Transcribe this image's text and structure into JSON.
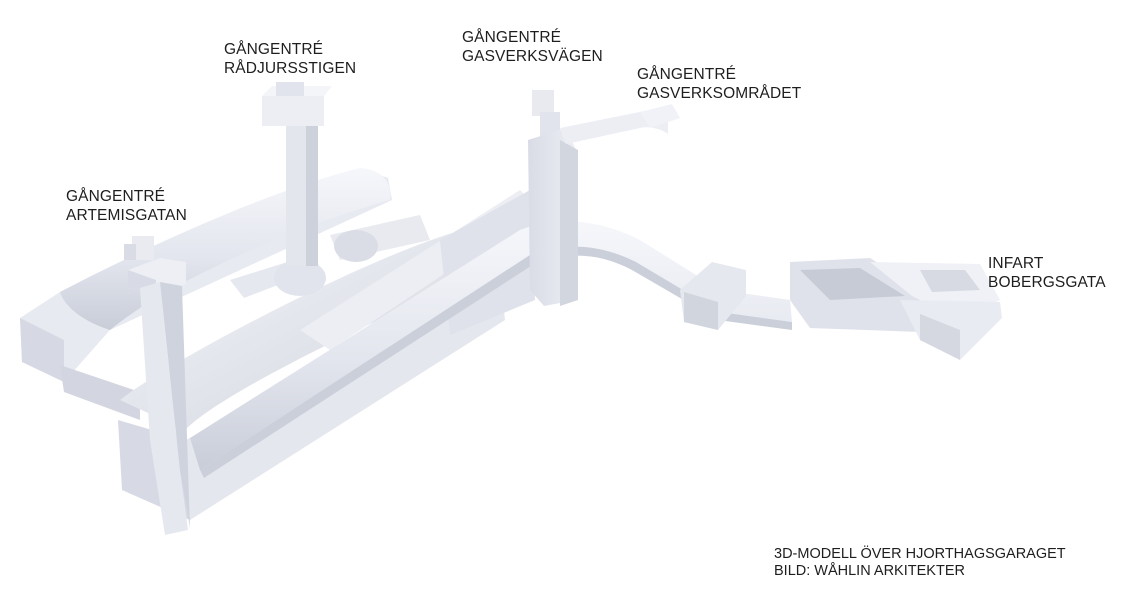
{
  "entrances": [
    {
      "id": "artemisgatan",
      "line1": "GÅNGENTRÉ",
      "line2": "ARTEMISGATAN"
    },
    {
      "id": "radjursstigen",
      "line1": "GÅNGENTRÉ",
      "line2": "RÅDJURSSTIGEN"
    },
    {
      "id": "gasverksvagen",
      "line1": "GÅNGENTRÉ",
      "line2": "GASVERKSVÄGEN"
    },
    {
      "id": "gasverksomradet",
      "line1": "GÅNGENTRÉ",
      "line2": "GASVERKSOMRÅDET"
    },
    {
      "id": "bobergsgata",
      "line1": "INFART",
      "line2": "BOBERGSGATA"
    }
  ],
  "caption": {
    "title": "3D-MODELL ÖVER HJORTHAGSGARAGET",
    "credit": "BILD: WÅHLIN ARKITEKTER"
  },
  "colors": {
    "background": "#ffffff",
    "model_light": "#eef0f6",
    "model_mid": "#dde0ea",
    "model_shadow": "#c4c8d4",
    "text": "#1e1e1e"
  }
}
